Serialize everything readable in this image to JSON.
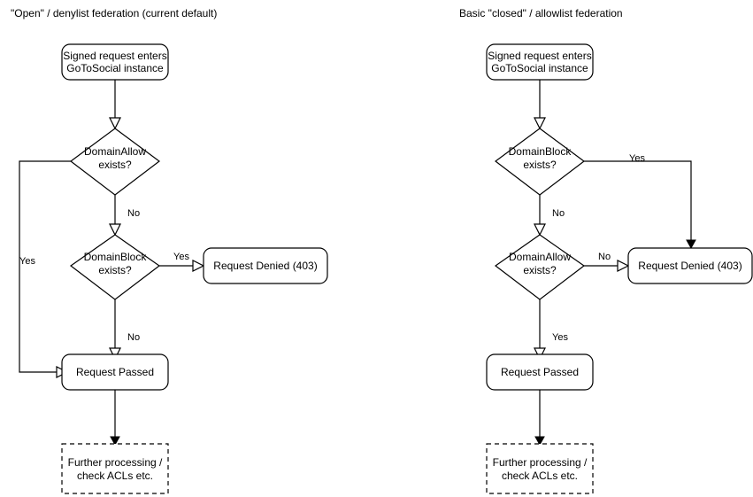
{
  "diagrams": [
    {
      "title": "\"Open\" / denylist federation (current default)",
      "nodes": {
        "entry_line1": "Signed request enters",
        "entry_line2": "GoToSocial instance",
        "decision1_line1": "DomainAllow",
        "decision1_line2": "exists?",
        "decision2_line1": "DomainBlock",
        "decision2_line2": "exists?",
        "denied": "Request Denied (403)",
        "passed": "Request Passed",
        "further_line1": "Further processing /",
        "further_line2": "check ACLs etc."
      },
      "edge_labels": {
        "allow_yes": "Yes",
        "allow_no": "No",
        "block_yes": "Yes",
        "block_no": "No"
      }
    },
    {
      "title": "Basic \"closed\" / allowlist federation",
      "nodes": {
        "entry_line1": "Signed request enters",
        "entry_line2": "GoToSocial instance",
        "decision1_line1": "DomainBlock",
        "decision1_line2": "exists?",
        "decision2_line1": "DomainAllow",
        "decision2_line2": "exists?",
        "denied": "Request Denied (403)",
        "passed": "Request Passed",
        "further_line1": "Further processing /",
        "further_line2": "check ACLs etc."
      },
      "edge_labels": {
        "block_yes": "Yes",
        "block_no": "No",
        "allow_no": "No",
        "allow_yes": "Yes"
      }
    }
  ],
  "colors": {
    "stroke": "#000000",
    "fill": "#ffffff",
    "text": "#000000"
  }
}
